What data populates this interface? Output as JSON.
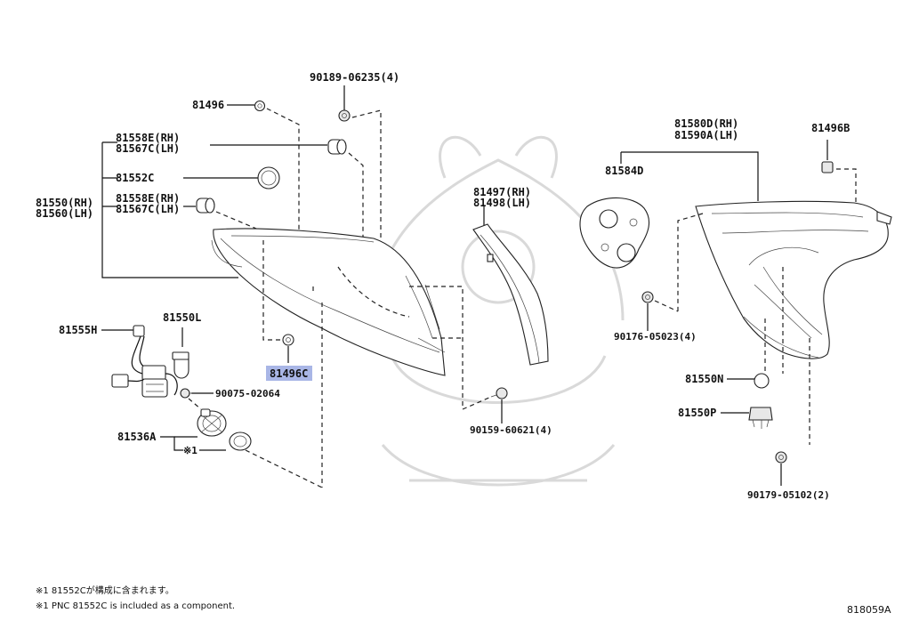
{
  "labels": {
    "p90189": "90189-06235(4)",
    "p81496": "81496",
    "p81558e_a": "81558E(RH)",
    "p81567c_a": "81567C(LH)",
    "p81552c": "81552C",
    "p81550rh": "81550(RH)",
    "p81560lh": "81560(LH)",
    "p81558e_b": "81558E(RH)",
    "p81567c_b": "81567C(LH)",
    "p81555h": "81555H",
    "p81550l": "81550L",
    "p81496c": "81496C",
    "p90075": "90075-02064",
    "p81536a": "81536A",
    "mark1": "※1",
    "p81497": "81497(RH)",
    "p81498": "81498(LH)",
    "p90159": "90159-60621(4)",
    "p81580d": "81580D(RH)",
    "p81590a": "81590A(LH)",
    "p81584d": "81584D",
    "p81496b": "81496B",
    "p90176": "90176-05023(4)",
    "p81550n": "81550N",
    "p81550p": "81550P",
    "p90179": "90179-05102(2)"
  },
  "notes": {
    "jp": "※1 81552Cが構成に含まれます。",
    "en": "※1 PNC 81552C is included as a component."
  },
  "diagram_code": "818059A",
  "colors": {
    "highlight": "#a9b6e6",
    "line": "#111111",
    "watermark": "#d9d9d9"
  }
}
